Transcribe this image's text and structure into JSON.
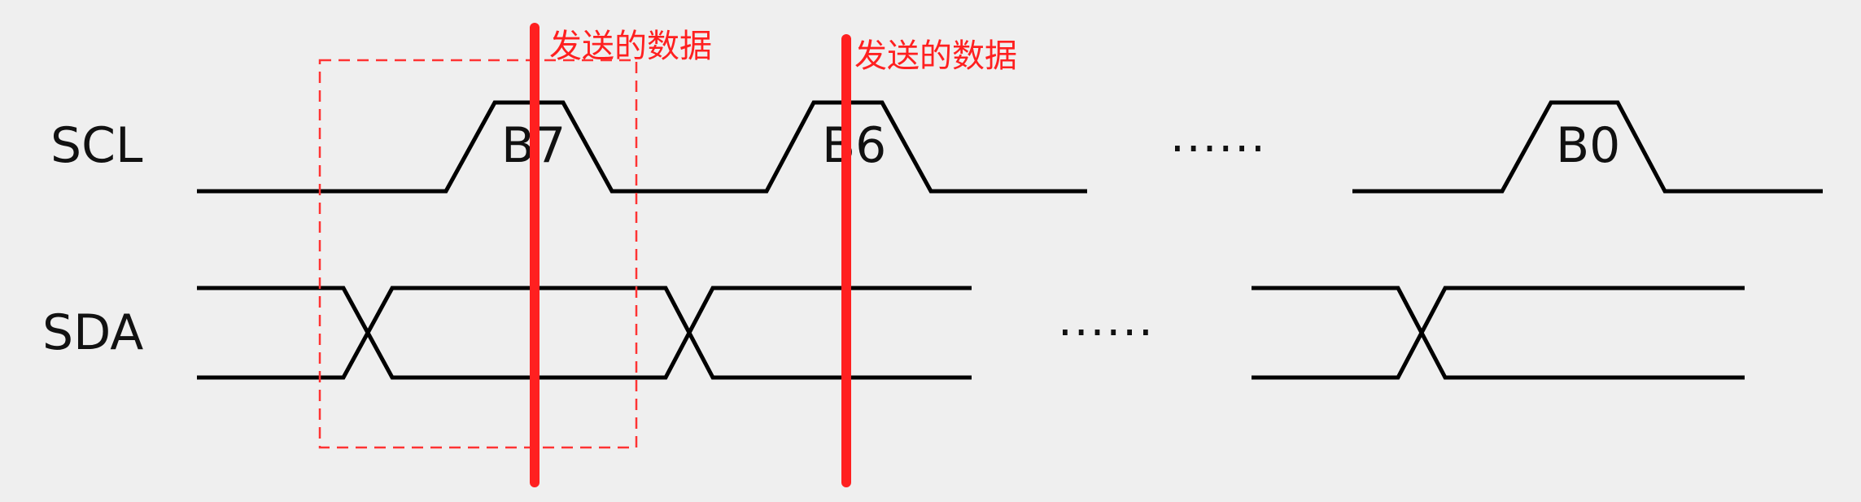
{
  "signals": {
    "scl": "SCL",
    "sda": "SDA"
  },
  "bits": {
    "b7": "B7",
    "b6": "B6",
    "b0": "B0"
  },
  "ellipsis": {
    "scl": "......",
    "sda": "......"
  },
  "annotations": {
    "first": "发送的数据",
    "second": "发送的数据"
  },
  "colors": {
    "marker": "#ff2020",
    "annotation": "#ff2020",
    "frame": "#ff3333",
    "wave": "#000000",
    "background": "#efefef"
  }
}
